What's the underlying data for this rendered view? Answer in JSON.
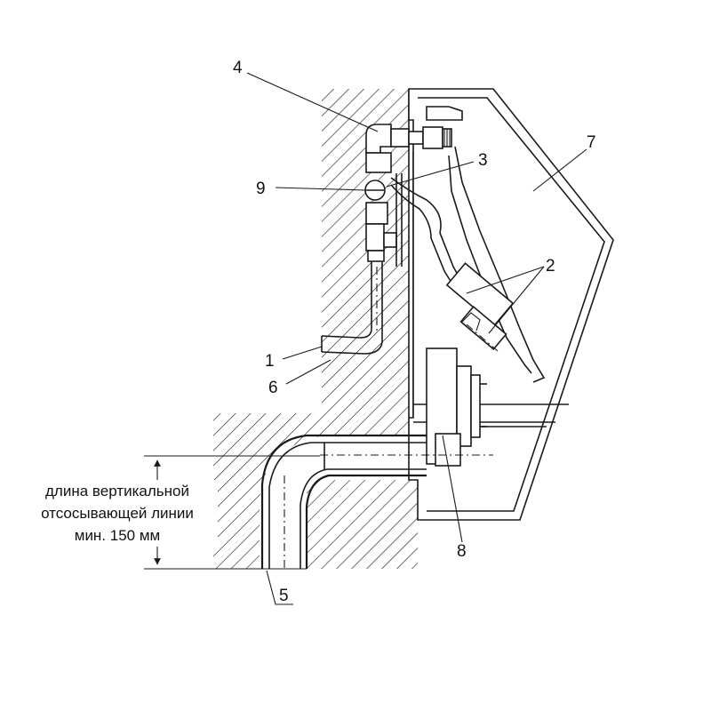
{
  "callouts": {
    "c1": "1",
    "c2": "2",
    "c3": "3",
    "c4": "4",
    "c5": "5",
    "c6": "6",
    "c7": "7",
    "c8": "8",
    "c9": "9"
  },
  "dimension": {
    "line1": "длина вертикальной",
    "line2": "отсосывающей линии",
    "line3": "мин. 150 мм"
  },
  "colors": {
    "ink": "#1a1a1a",
    "background": "#ffffff"
  }
}
